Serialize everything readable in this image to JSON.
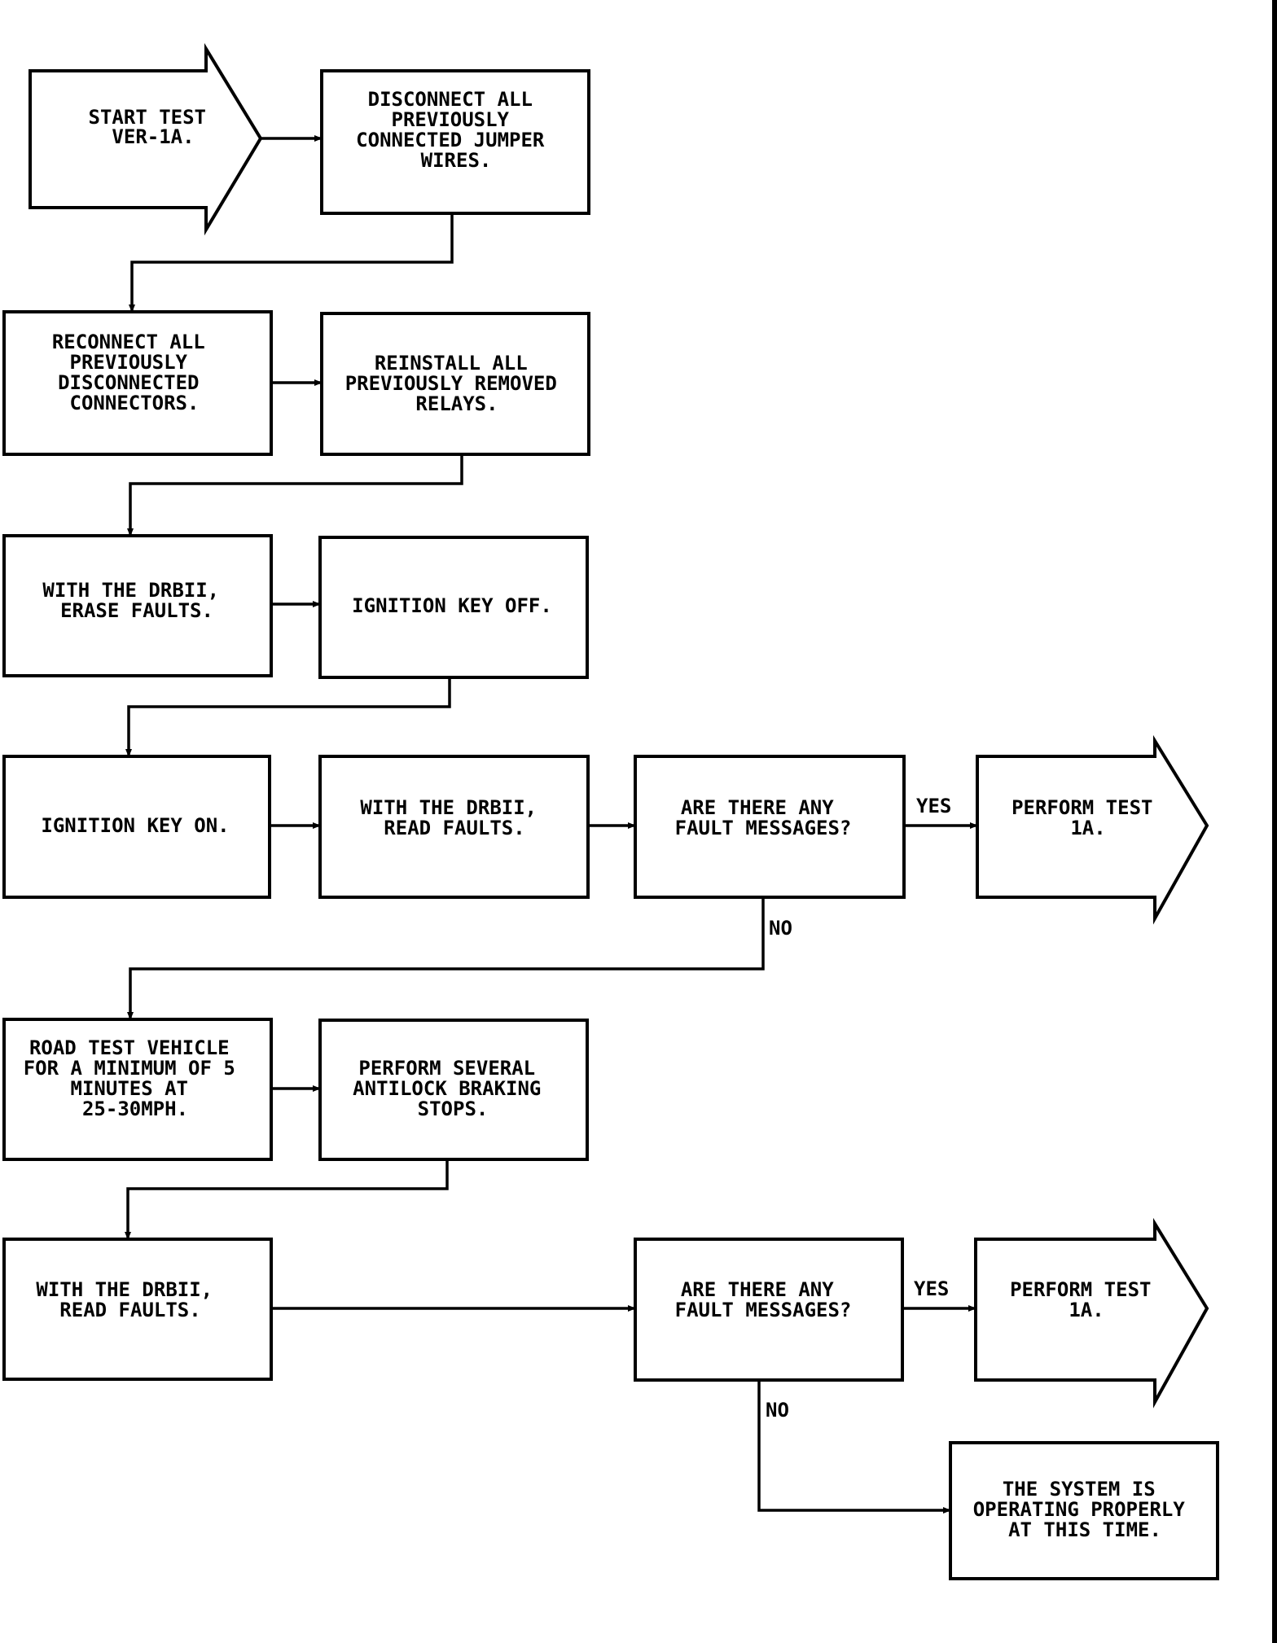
{
  "nodes": {
    "start": [
      "START TEST",
      "VER-1A."
    ],
    "disconnect_jumpers": [
      "DISCONNECT ALL",
      "PREVIOUSLY",
      "CONNECTED JUMPER",
      "WIRES."
    ],
    "reconnect_connectors": [
      "RECONNECT ALL",
      "PREVIOUSLY",
      "DISCONNECTED",
      "CONNECTORS."
    ],
    "reinstall_relays": [
      "REINSTALL ALL",
      "PREVIOUSLY REMOVED",
      "RELAYS."
    ],
    "erase_faults": [
      "WITH THE DRBII,",
      "ERASE FAULTS."
    ],
    "key_off": [
      "IGNITION KEY OFF."
    ],
    "key_on": [
      "IGNITION KEY ON."
    ],
    "read_faults_1": [
      "WITH THE DRBII,",
      "READ FAULTS."
    ],
    "decision_1": [
      "ARE THERE ANY",
      "FAULT MESSAGES?"
    ],
    "perform_test_1": [
      "PERFORM TEST",
      "1A."
    ],
    "road_test": [
      "ROAD TEST VEHICLE",
      "FOR A MINIMUM OF 5",
      "MINUTES AT",
      "25-30MPH."
    ],
    "antilock_stops": [
      "PERFORM SEVERAL",
      "ANTILOCK BRAKING",
      "STOPS."
    ],
    "read_faults_2": [
      "WITH THE DRBII,",
      "READ FAULTS."
    ],
    "decision_2": [
      "ARE THERE ANY",
      "FAULT MESSAGES?"
    ],
    "perform_test_2": [
      "PERFORM TEST",
      "1A."
    ],
    "operating_properly": [
      "THE SYSTEM IS",
      "OPERATING PROPERLY",
      "AT THIS TIME."
    ]
  },
  "branches": {
    "decision_1_yes": "YES",
    "decision_1_no": "NO",
    "decision_2_yes": "YES",
    "decision_2_no": "NO"
  }
}
